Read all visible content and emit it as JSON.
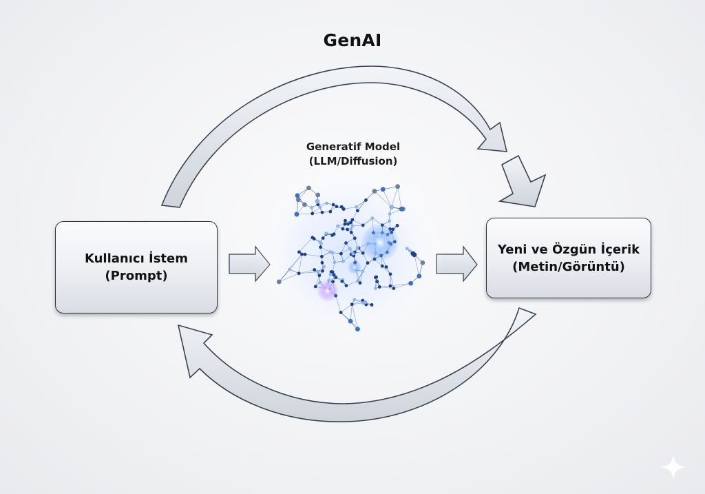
{
  "title": "GenAI",
  "model": {
    "name": "Generatif Model",
    "type": "(LLM/Diffusion)",
    "icon": "neural-network-icon"
  },
  "input_box": {
    "line1": "Kullanıcı İstem",
    "line2": "(Prompt)"
  },
  "output_box": {
    "line1": "Yeni ve Özgün İçerik",
    "line2": "(Metin/Görüntü)"
  },
  "flow": [
    {
      "from": "Kullanıcı İstem (Prompt)",
      "to": "Generatif Model (LLM/Diffusion)",
      "style": "straight-arrow"
    },
    {
      "from": "Generatif Model (LLM/Diffusion)",
      "to": "Yeni ve Özgün İçerik (Metin/Görüntü)",
      "style": "straight-arrow"
    },
    {
      "from": "Kullanıcı İstem (Prompt)",
      "to": "Yeni ve Özgün İçerik (Metin/Görüntü)",
      "style": "curved-arrow-top"
    },
    {
      "from": "Yeni ve Özgün İçerik (Metin/Görüntü)",
      "to": "Kullanıcı İstem (Prompt)",
      "style": "curved-arrow-bottom"
    }
  ],
  "colors": {
    "arrow_fill": "#dde1e8",
    "arrow_stroke": "#3a4150",
    "box_border": "#2c3442",
    "node_dark": "#1e3f8a",
    "node_mid": "#3a6fc7",
    "node_light": "#8fb3ea",
    "glow": "#cfe2ff",
    "glow_purple": "#c7a6ff"
  },
  "watermark_icon": "sparkle-icon"
}
